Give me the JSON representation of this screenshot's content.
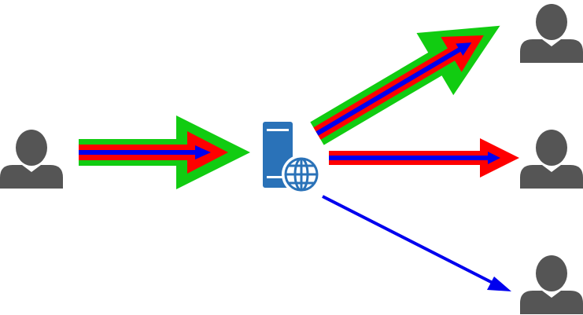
{
  "diagram": {
    "nodes": [
      {
        "id": "source-user",
        "icon": "user-icon"
      },
      {
        "id": "server",
        "icon": "web-server-icon"
      },
      {
        "id": "recipient-user-top",
        "icon": "user-icon"
      },
      {
        "id": "recipient-user-middle",
        "icon": "user-icon"
      },
      {
        "id": "recipient-user-bottom",
        "icon": "user-icon"
      }
    ],
    "edges": [
      {
        "id": "source-to-server",
        "from": "source-user",
        "to": "server",
        "layers": [
          "green",
          "red",
          "blue"
        ]
      },
      {
        "id": "server-to-top-user",
        "from": "server",
        "to": "recipient-user-top",
        "layers": [
          "green",
          "red",
          "blue"
        ]
      },
      {
        "id": "server-to-middle-user",
        "from": "server",
        "to": "recipient-user-middle",
        "layers": [
          "red",
          "blue"
        ]
      },
      {
        "id": "server-to-bottom-user",
        "from": "server",
        "to": "recipient-user-bottom",
        "layers": [
          "blue"
        ]
      }
    ],
    "colors": {
      "green": "#11cc11",
      "red": "#ff0000",
      "blue": "#0000ee",
      "person": "#555555",
      "server": "#2a72b8",
      "background": "#ffffff"
    }
  }
}
